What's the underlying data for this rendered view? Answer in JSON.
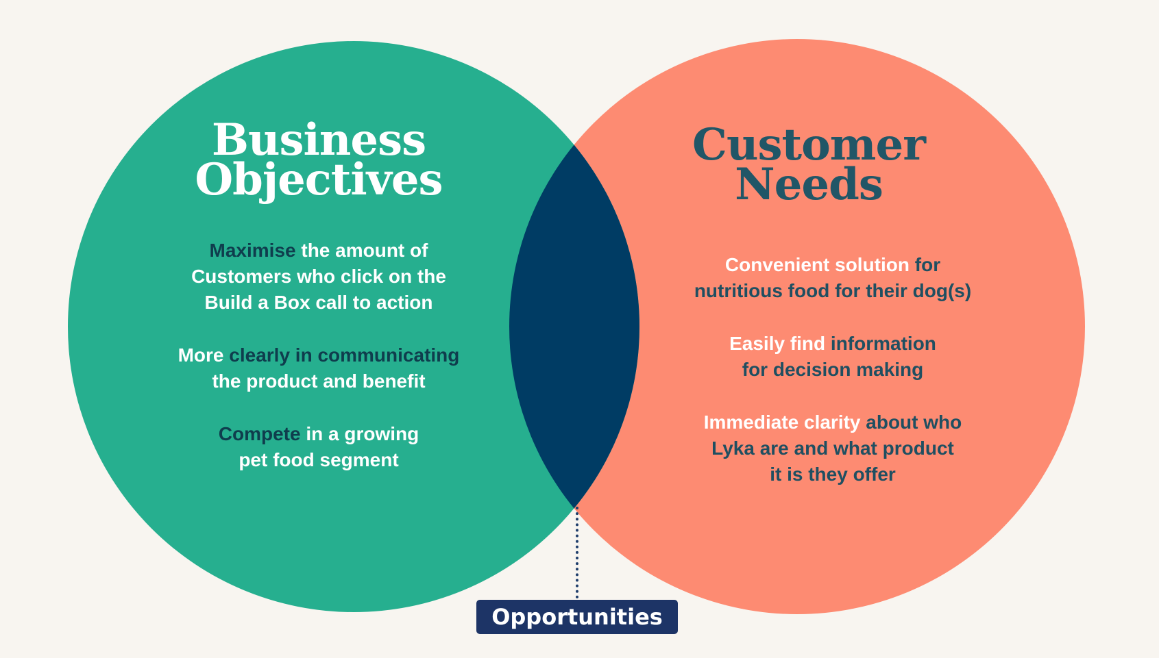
{
  "colors": {
    "background": "#f8f5f0",
    "business_circle": "#26af8f",
    "customer_circle": "#fd8b72",
    "overlap": "#003c64",
    "badge": "#1d3466"
  },
  "business": {
    "title": [
      "Business",
      "Objectives"
    ],
    "items": [
      [
        [
          {
            "t": "Maximise",
            "hl": true
          },
          {
            "t": " the amount of",
            "hl": false
          }
        ],
        [
          {
            "t": "Customers who click on the",
            "hl": false
          }
        ],
        [
          {
            "t": "Build a Box call to action",
            "hl": false
          }
        ]
      ],
      [
        [
          {
            "t": "More ",
            "hl": false
          },
          {
            "t": "clearly in communicating",
            "hl": true
          }
        ],
        [
          {
            "t": "the product and benefit",
            "hl": false
          }
        ]
      ],
      [
        [
          {
            "t": "Compete",
            "hl": true
          },
          {
            "t": " in a growing",
            "hl": false
          }
        ],
        [
          {
            "t": "pet food segment",
            "hl": false
          }
        ]
      ]
    ]
  },
  "customer": {
    "title": [
      "Customer",
      "Needs"
    ],
    "items": [
      [
        [
          {
            "t": "Convenient solution",
            "hl": true
          },
          {
            "t": " for",
            "hl": false
          }
        ],
        [
          {
            "t": "nutritious food for their dog(s)",
            "hl": false
          }
        ]
      ],
      [
        [
          {
            "t": "Easily find",
            "hl": true
          },
          {
            "t": " information",
            "hl": false
          }
        ],
        [
          {
            "t": "for decision making",
            "hl": false
          }
        ]
      ],
      [
        [
          {
            "t": "Immediate clarity",
            "hl": true
          },
          {
            "t": " about who",
            "hl": false
          }
        ],
        [
          {
            "t": "Lyka are and what product",
            "hl": false
          }
        ],
        [
          {
            "t": "it is they offer",
            "hl": false
          }
        ]
      ]
    ]
  },
  "overlap": {
    "label": "Opportunities"
  }
}
